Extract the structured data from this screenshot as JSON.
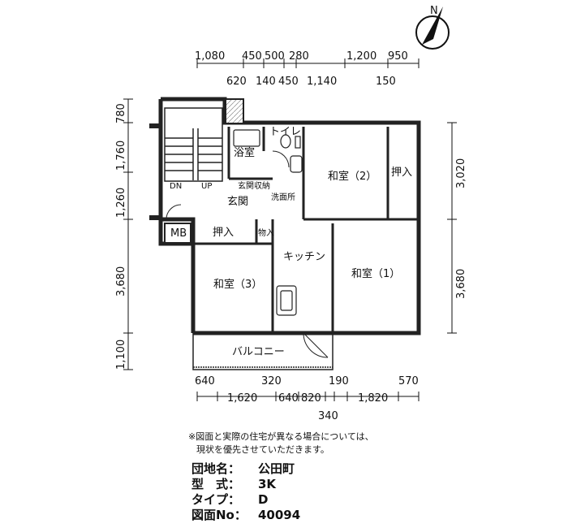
{
  "compass": {
    "north_label": "N"
  },
  "dimensions": {
    "top_outer": [
      "1,080",
      "450",
      "500",
      "280",
      "1,200",
      "950"
    ],
    "top_inner": [
      "620",
      "140",
      "450",
      "1,140",
      "150"
    ],
    "left": [
      "780",
      "1,760",
      "1,260",
      "3,680",
      "1,100"
    ],
    "right": [
      "3,020",
      "3,680"
    ],
    "bottom_upper": [
      "640",
      "320",
      "190",
      "570"
    ],
    "bottom_lower": [
      "1,620",
      "640",
      "820",
      "1,820"
    ],
    "bottom_extra": [
      "340"
    ]
  },
  "rooms": {
    "bath": "浴室",
    "toilet": "トイレ",
    "washroom": "洗面所",
    "genkan_storage": "玄関収納",
    "genkan": "玄関",
    "washitsu2": "和室（2）",
    "oshiire_right": "押入",
    "dn": "DN",
    "up": "UP",
    "mb": "MB",
    "oshiire_left": "押入",
    "monoire": "物入",
    "kitchen": "キッチン",
    "washitsu1": "和室（1）",
    "washitsu3": "和室（3）",
    "balcony": "バルコニー"
  },
  "note": {
    "line1": "※図面と実際の住宅が異なる場合については、",
    "line2": "現状を優先させていただきます。"
  },
  "info": [
    {
      "key": "団地名：",
      "value": "公田町"
    },
    {
      "key": "型　式：",
      "value": "3K"
    },
    {
      "key": "タイプ：",
      "value": "D"
    },
    {
      "key": "図面No：",
      "value": "40094"
    }
  ]
}
